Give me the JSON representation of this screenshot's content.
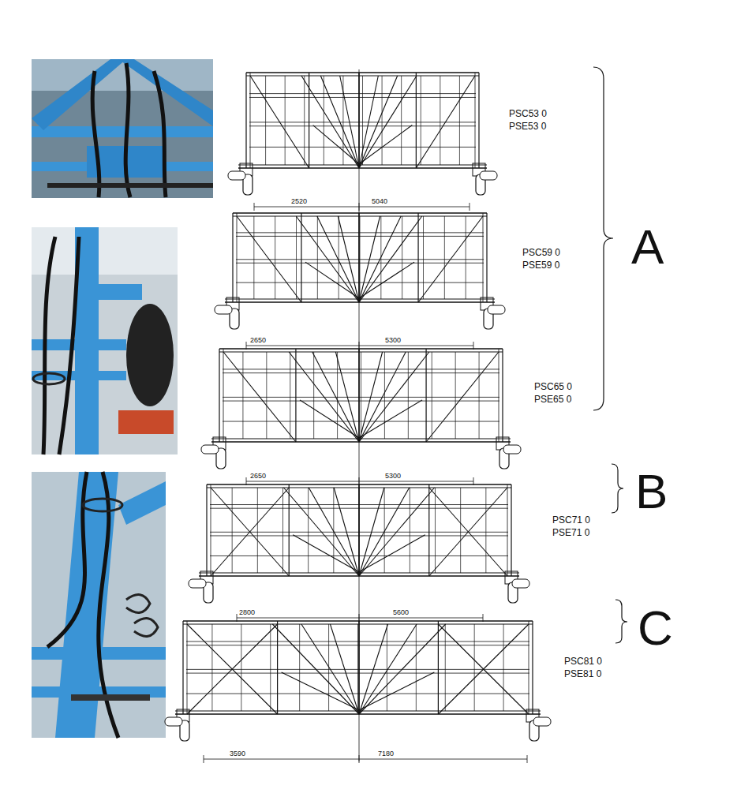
{
  "diagram": {
    "labels": [
      "PSC53 0",
      "PSE53 0",
      "2520",
      "5040",
      "PSC59 0",
      "PSE59 0",
      "2650",
      "5300",
      "PSC65 0",
      "PSE65 0",
      "2650",
      "5300",
      "PSC71 0",
      "PSE71 0",
      "2800",
      "5600",
      "PSC81 0",
      "PSE81 0",
      "3590",
      "7180",
      "A",
      "B",
      "C"
    ]
  }
}
